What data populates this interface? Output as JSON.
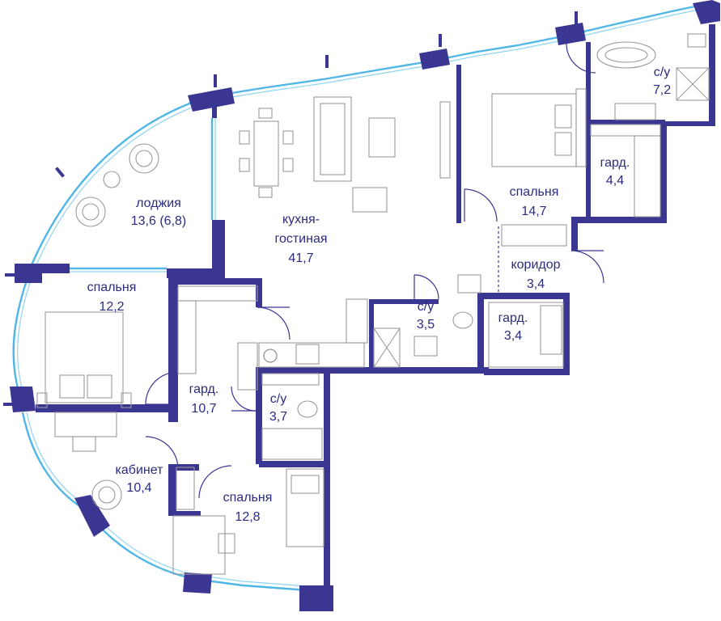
{
  "rooms": [
    {
      "id": "loggia",
      "name": "лоджия",
      "area": "13,6 (6,8)"
    },
    {
      "id": "kitchen",
      "name": "кухня-",
      "name2": "гостиная",
      "area": "41,7"
    },
    {
      "id": "bedroom1",
      "name": "спальня",
      "area": "14,7"
    },
    {
      "id": "wc1",
      "name": "с/у",
      "area": "7,2"
    },
    {
      "id": "closet1",
      "name": "гард.",
      "area": "4,4"
    },
    {
      "id": "corridor",
      "name": "коридор",
      "area": "3,4"
    },
    {
      "id": "closet2",
      "name": "гард.",
      "area": "3,4"
    },
    {
      "id": "wc2",
      "name": "с/у",
      "area": "3,5"
    },
    {
      "id": "bedroom2",
      "name": "спальня",
      "area": "12,2"
    },
    {
      "id": "closet3",
      "name": "гард.",
      "area": "10,7"
    },
    {
      "id": "wc3",
      "name": "с/у",
      "area": "3,7"
    },
    {
      "id": "study",
      "name": "кабинет",
      "area": "10,4"
    },
    {
      "id": "bedroom3",
      "name": "спальня",
      "area": "12,8"
    }
  ],
  "colors": {
    "wall": "#3b3691",
    "glass": "#4fb6e6",
    "label": "#2b2b80"
  }
}
